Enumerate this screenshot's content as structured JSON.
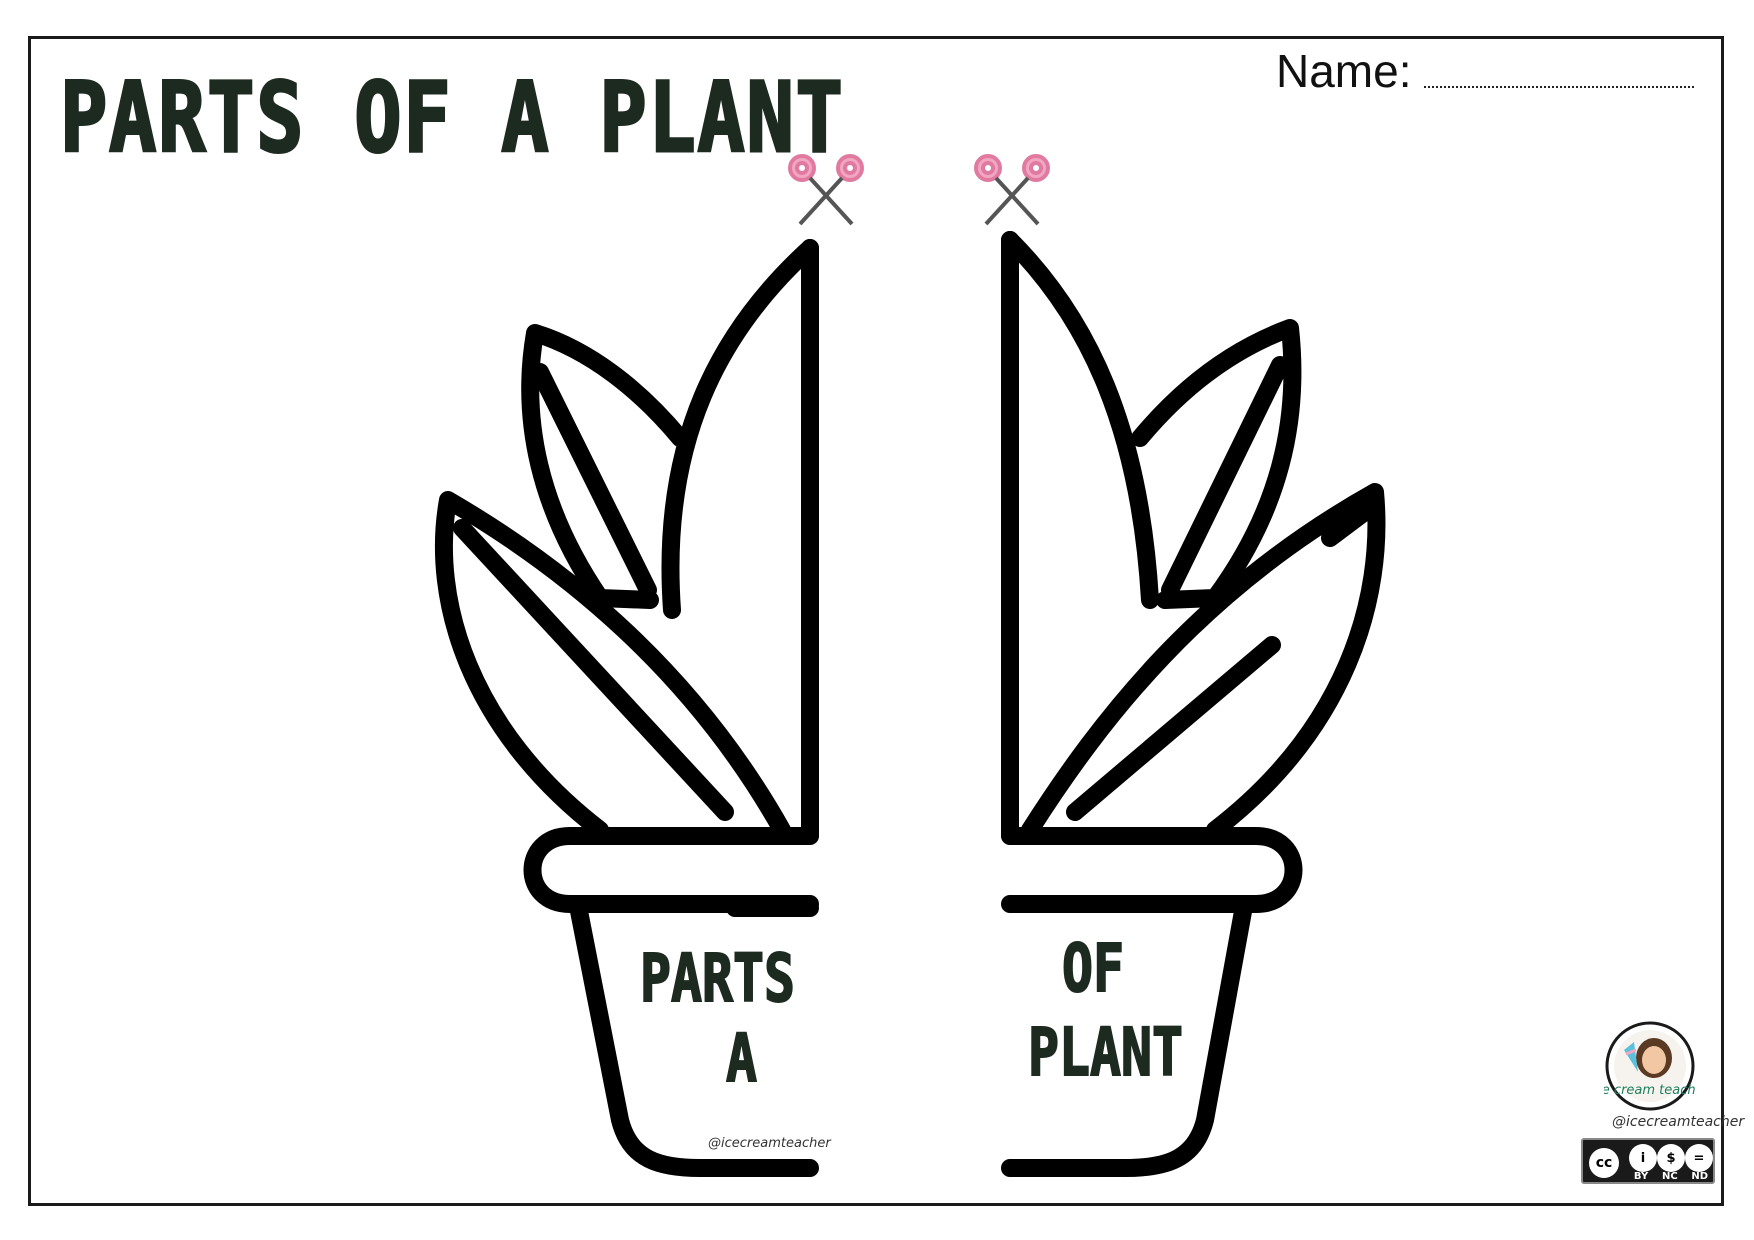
{
  "title": "PARTS OF A PLANT",
  "name_label": "Name:",
  "pot_left_line1": "PARTS",
  "pot_left_line2": "A",
  "pot_right_line1": "OF",
  "pot_right_line2": "PLANT",
  "credit": "@icecreamteacher",
  "logo_text": "ice cream teacher",
  "logo_handle": "@icecreamteacher",
  "license": {
    "symbol": "cc",
    "labels": [
      "BY",
      "NC",
      "ND"
    ]
  },
  "colors": {
    "ink": "#1d2a20",
    "outline": "#000000",
    "scissor_pink": "#f2a6bf"
  },
  "icons": [
    "scissors-icon",
    "scissors-icon",
    "creative-commons-icon",
    "avatar-logo"
  ]
}
